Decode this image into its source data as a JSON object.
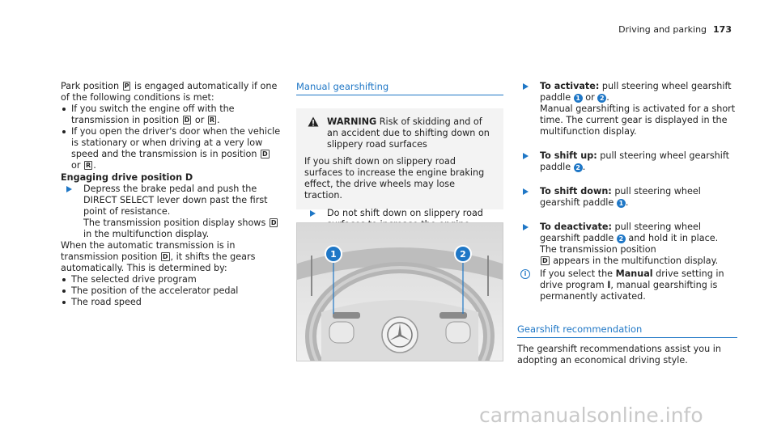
{
  "header": {
    "section": "Driving and parking",
    "page": "173"
  },
  "col1": {
    "intro_pre": "Park position ",
    "intro_gear": "P",
    "intro_post": " is engaged automatically if one of the following conditions is met:",
    "bullet1": "If you switch the engine off with the transmission in position",
    "bullet1_gear_a": "D",
    "bullet1_or": " or ",
    "bullet1_gear_b": "R",
    "bullet2": "If you open the driver's door when the vehicle is stationary or when driving at a very low speed and the transmission is in position",
    "bullet2_gear_a": "D",
    "bullet2_or": " or ",
    "bullet2_gear_b": "R",
    "engaging_title": "Engaging drive position D",
    "step_text": "Depress the brake pedal and push the DIRECT SELECT lever down past the first point of resistance.",
    "step_text2": "The transmission position display shows",
    "step_gear": "D",
    "step_text3": " in the multifunction display.",
    "auto_pre": "When the automatic transmission is in transmission position ",
    "auto_gear": "D",
    "auto_post": ", it shifts the gears automatically. This is determined by:",
    "factors": [
      "The selected drive program",
      "The position of the accelerator pedal",
      "The road speed"
    ]
  },
  "col2": {
    "section_title": "Manual gearshifting",
    "warning_label": "WARNING",
    "warning_title": " Risk of skidding and of an accident due to shifting down on slippery road surfaces",
    "warning_body": "If you shift down on slippery road surfaces to increase the engine braking effect, the drive wheels may lose traction.",
    "warning_step": "Do not shift down on slippery road surfaces to increase the engine braking effect.",
    "callout1": "1",
    "callout2": "2",
    "colors": {
      "accent": "#1f77c6"
    }
  },
  "col3": {
    "activate_label": "To activate:",
    "activate_text_a": " pull steering wheel gearshift paddle ",
    "activate_n1": "1",
    "activate_or": " or ",
    "activate_n2": "2",
    "activate_text_b": ".",
    "activate_text_c": "Manual gearshifting is activated for a short time. The current gear is displayed in the multifunction display.",
    "up_label": "To shift up:",
    "up_text": " pull steering wheel gearshift paddle ",
    "up_n": "2",
    "down_label": "To shift down:",
    "down_text": " pull steering wheel gearshift paddle ",
    "down_n": "1",
    "deact_label": "To deactivate:",
    "deact_text_a": " pull steering wheel gearshift paddle ",
    "deact_n": "2",
    "deact_text_b": " and hold it in place.",
    "deact_text_c": "The transmission position",
    "deact_gear": "D",
    "deact_text_d": " appears in the multifunction display.",
    "info_pre": "If you select the ",
    "info_bold": "Manual",
    "info_mid": " drive setting in drive program ",
    "info_prog": "I",
    "info_post": ", manual gearshifting is permanently activated.",
    "rec_title": "Gearshift recommendation",
    "rec_text": "The gearshift recommendations assist you in adopting an economical driving style."
  },
  "watermark": "carmanualsonline.info"
}
